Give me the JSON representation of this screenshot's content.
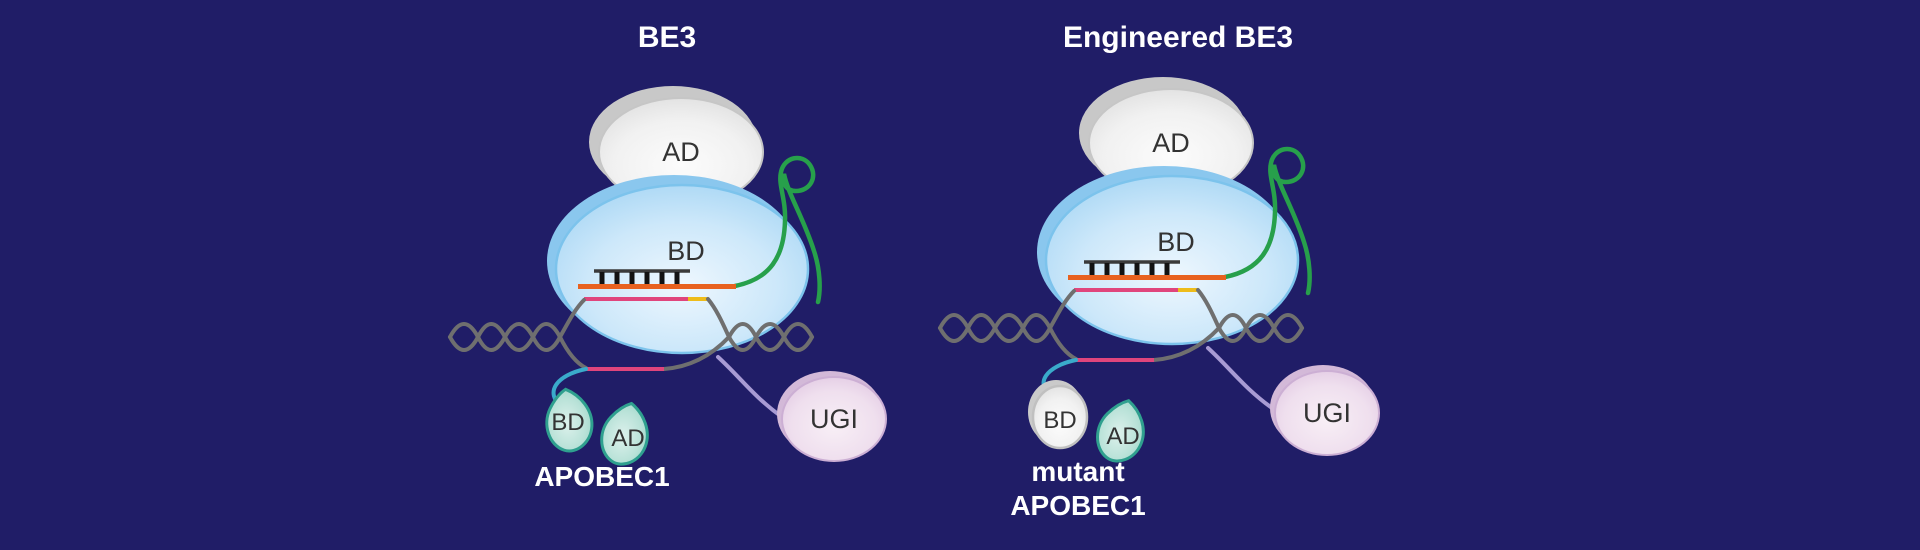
{
  "figure": {
    "background": "#201d67",
    "panels": [
      {
        "title": "BE3",
        "cas9": {
          "ad_label": "AD",
          "bd_label": "BD"
        },
        "apobec1": {
          "bd_label": "BD",
          "ad_label": "AD",
          "caption_line1": "APOBEC1",
          "caption_line2": "",
          "bd_variant": "wild-type-teal"
        },
        "ugi_label": "UGI"
      },
      {
        "title": "Engineered BE3",
        "cas9": {
          "ad_label": "AD",
          "bd_label": "BD"
        },
        "apobec1": {
          "bd_label": "BD",
          "ad_label": "AD",
          "caption_line1": "mutant",
          "caption_line2": "APOBEC1",
          "bd_variant": "mutant-gray"
        },
        "ugi_label": "UGI"
      }
    ],
    "colors": {
      "background": "#201d67",
      "cas9_body": "#c3e2f8",
      "cas9_outline": "#7cc3ec",
      "ad_lobe": "#efefef",
      "ad_lobe_shadow": "#c8c8c8",
      "sgrna_scaffold_green": "#27a04b",
      "sgrna_spacer_orange": "#e8611f",
      "dna_gray": "#6f6f6f",
      "base_pair_black": "#121212",
      "edited_strand_magenta": "#e0457c",
      "pam_yellow": "#eebc1a",
      "apobec_leaf_teal": "#a8dccf",
      "apobec_outline": "#2fa08f",
      "mutant_domain_gray": "#ededed",
      "apobec_linker_cyan": "#3aabcb",
      "ugi_linker_lavender": "#a89bd4",
      "ugi_body_pink": "#eedfee",
      "label_dark": "#333333",
      "caption_white": "#ffffff"
    }
  }
}
